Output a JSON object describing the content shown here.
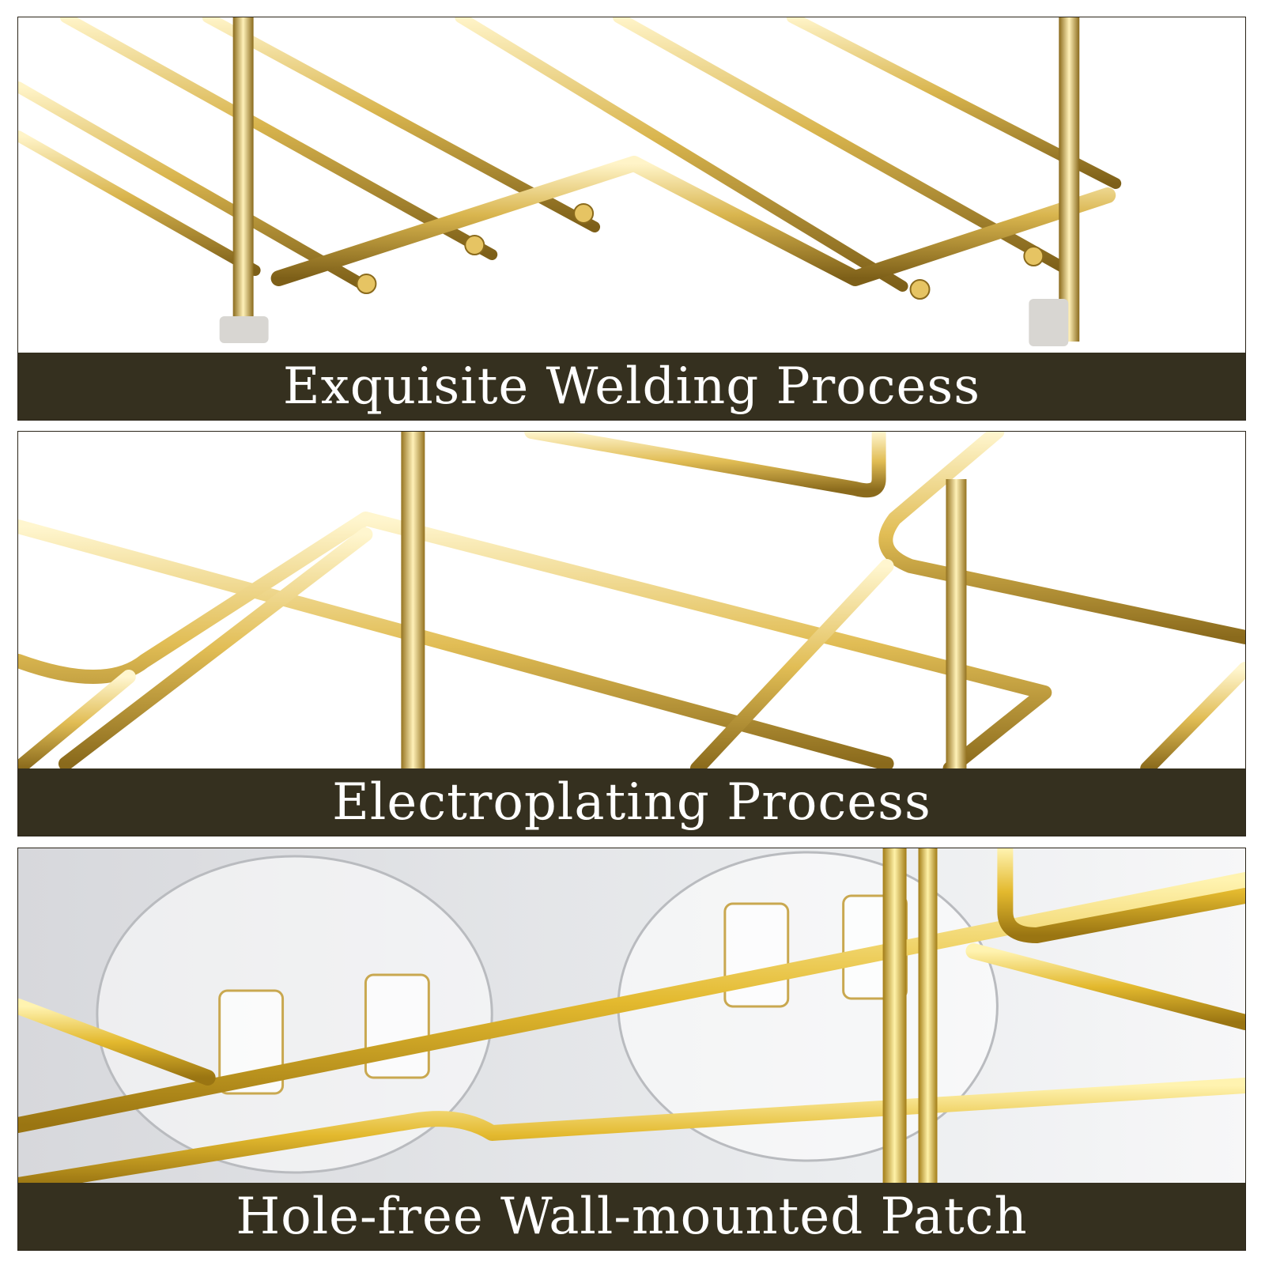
{
  "panels": [
    {
      "caption": "Exquisite Welding Process",
      "subject": "gold wire shelf with welded joints"
    },
    {
      "caption": "Electroplating Process",
      "subject": "gold electroplated wire frame"
    },
    {
      "caption": "Hole-free Wall-mounted Patch",
      "subject": "clear adhesive wall patch with hooks"
    }
  ],
  "colors": {
    "caption_bar": "#35301f",
    "caption_text": "#ffffff",
    "gold_light": "#fbe7a0",
    "gold_mid": "#d8b24a",
    "gold_dark": "#8a6a1c"
  }
}
